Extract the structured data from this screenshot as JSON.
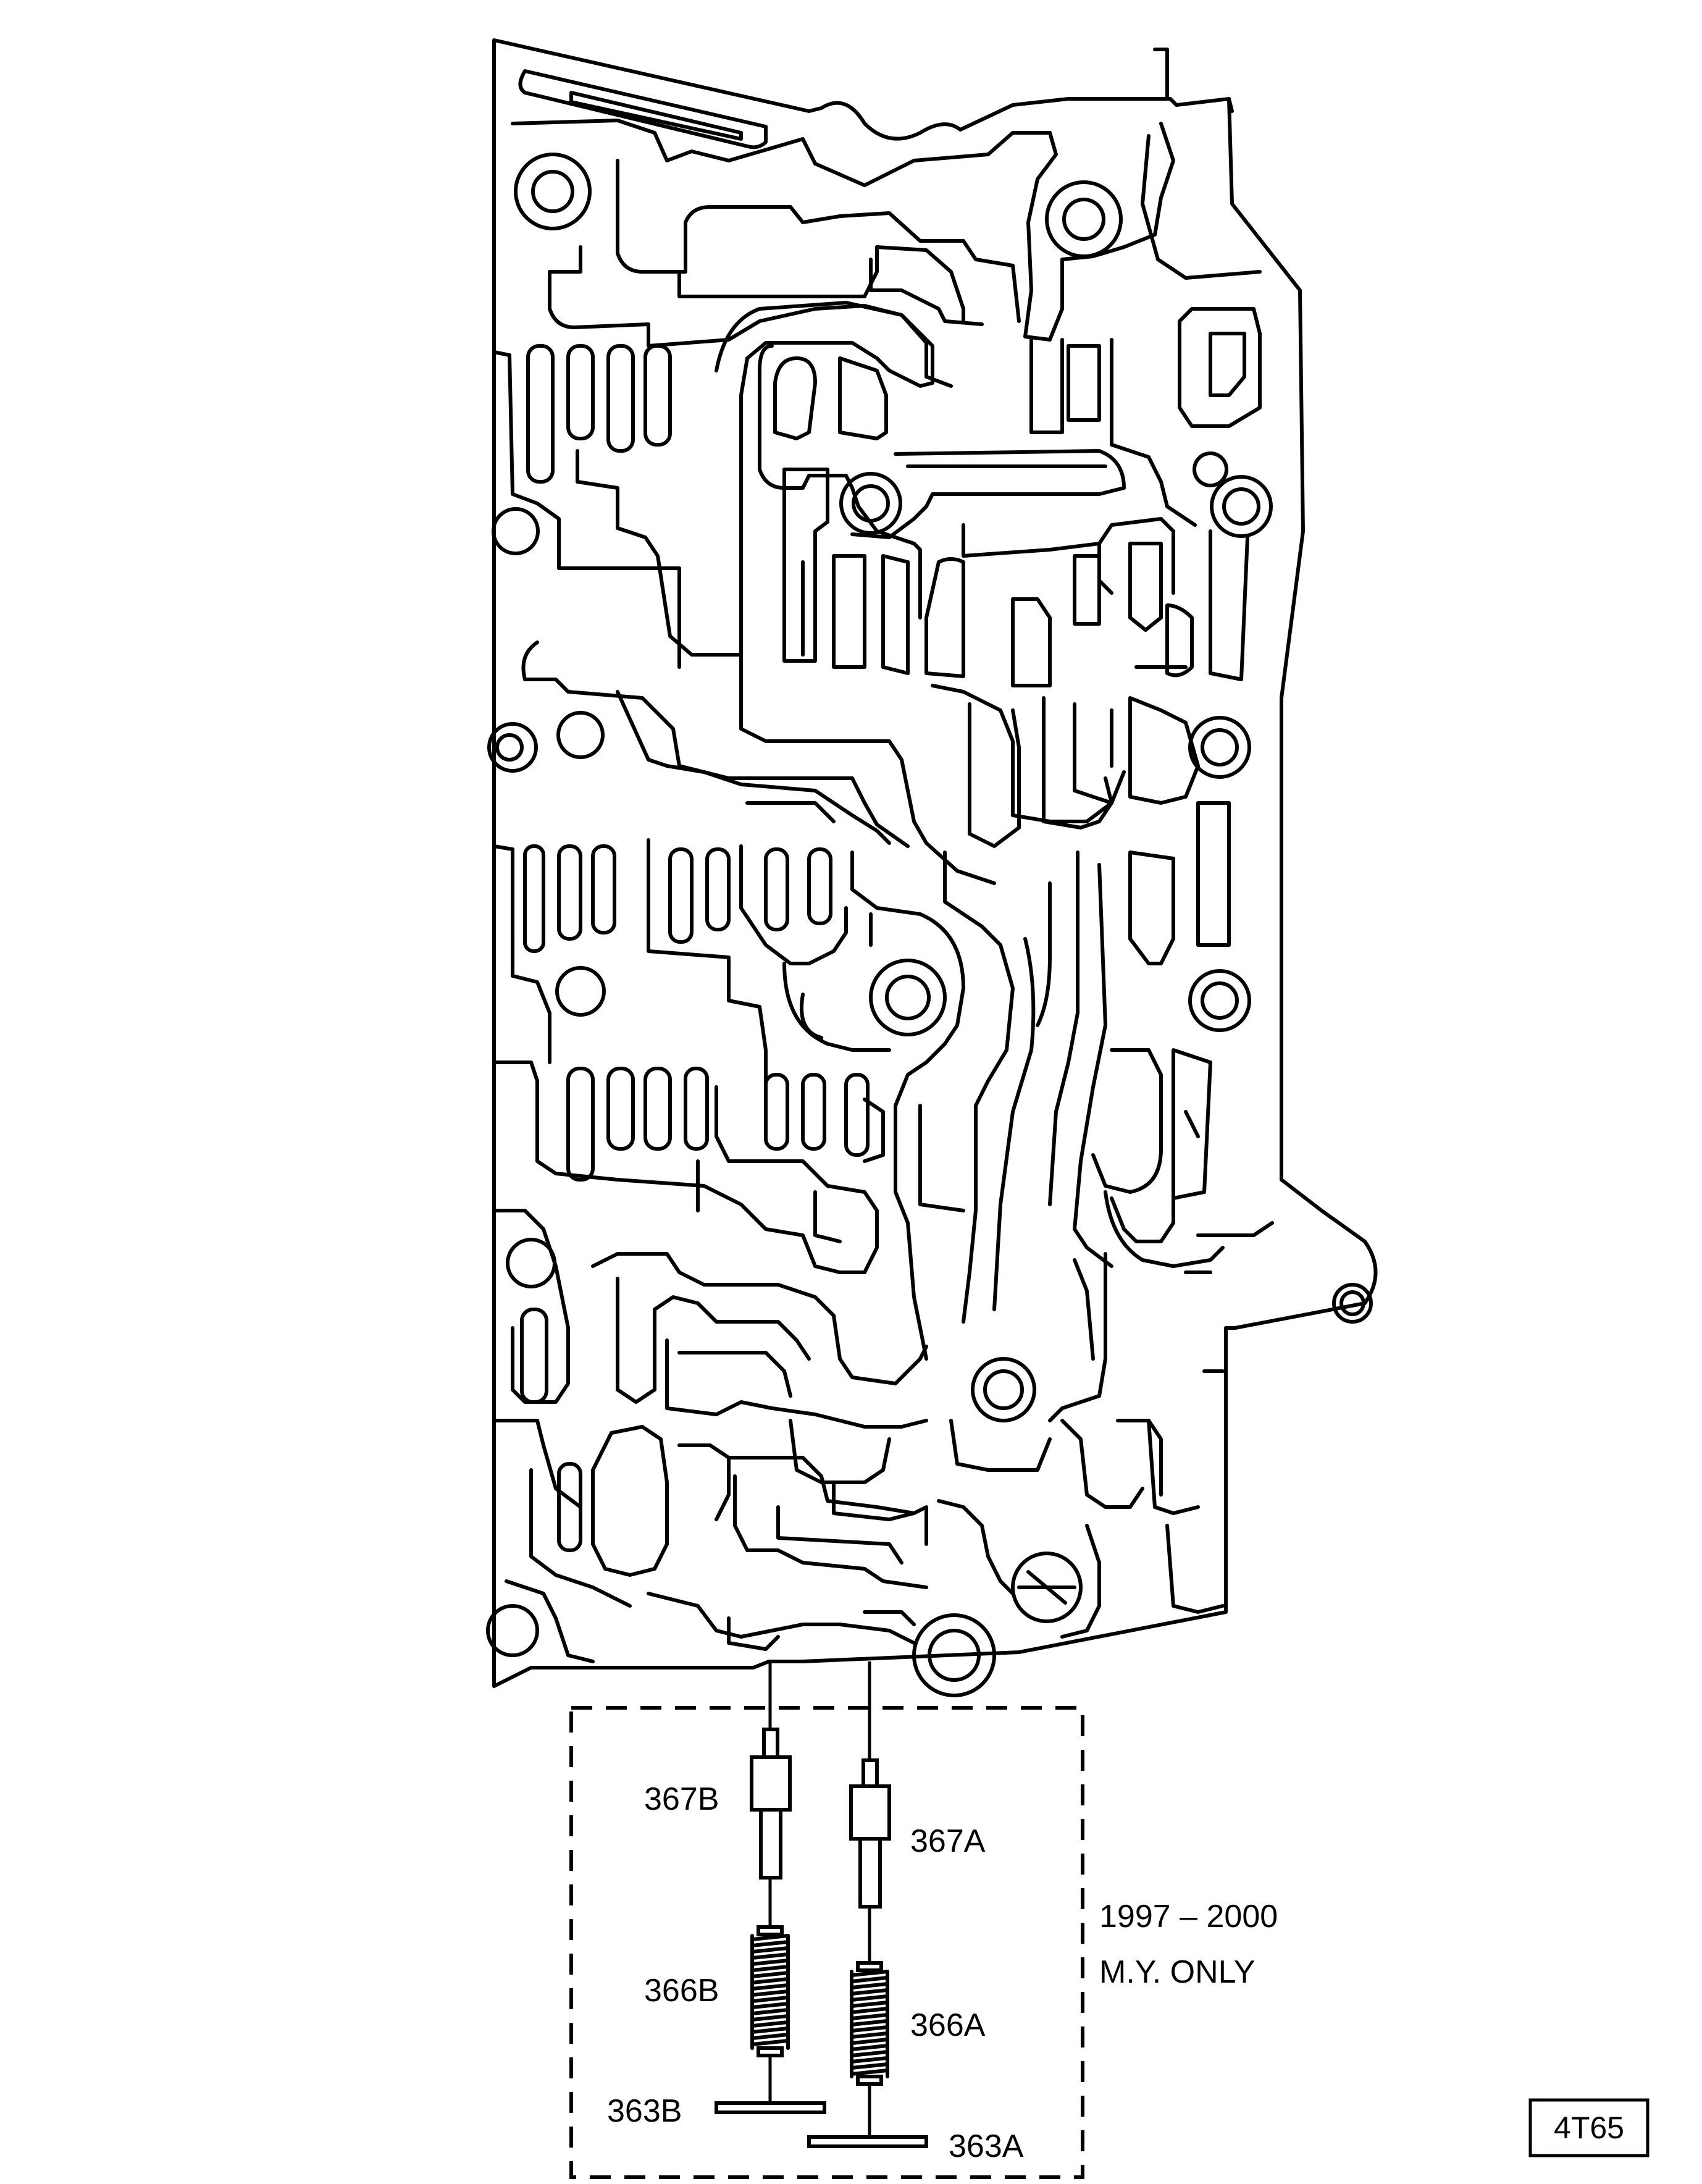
{
  "parts": {
    "checkball_retainer_b": "367B",
    "checkball_retainer_a": "367A",
    "spring_b": "366B",
    "spring_a": "366A",
    "plug_b": "363B",
    "plug_a": "363A"
  },
  "note": {
    "line1": "1997 – 2000",
    "line2": "M.Y. ONLY"
  },
  "figure_tag": "4T65"
}
